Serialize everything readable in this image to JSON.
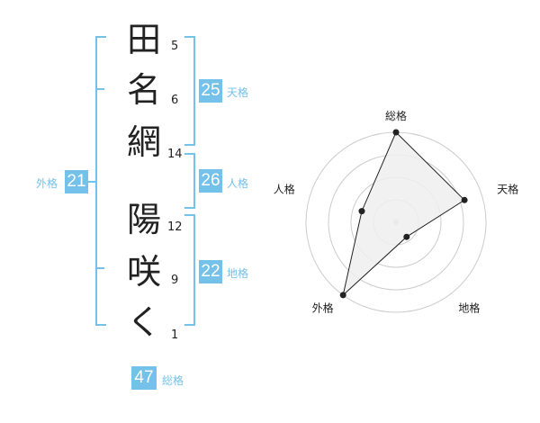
{
  "name_chars": [
    {
      "char": "田",
      "strokes": "5"
    },
    {
      "char": "名",
      "strokes": "6"
    },
    {
      "char": "網",
      "strokes": "14"
    },
    {
      "char": "陽",
      "strokes": "12"
    },
    {
      "char": "咲",
      "strokes": "9"
    },
    {
      "char": "く",
      "strokes": "1"
    }
  ],
  "fortunes": {
    "tenkaku": {
      "value": "25",
      "label": "天格"
    },
    "jinkaku": {
      "value": "26",
      "label": "人格"
    },
    "chikaku": {
      "value": "22",
      "label": "地格"
    },
    "gaikaku": {
      "value": "21",
      "label": "外格"
    },
    "soukaku": {
      "value": "47",
      "label": "総格"
    }
  },
  "colors": {
    "accent": "#74c1ea",
    "text": "#222222",
    "grid": "#cccccc",
    "fill": "#eeeeee"
  },
  "chart_data": {
    "type": "radar",
    "axes": [
      "総格",
      "天格",
      "地格",
      "外格",
      "人格"
    ],
    "values": [
      5,
      4,
      1,
      5,
      2
    ],
    "max": 5,
    "rings": 4,
    "grid": true
  }
}
